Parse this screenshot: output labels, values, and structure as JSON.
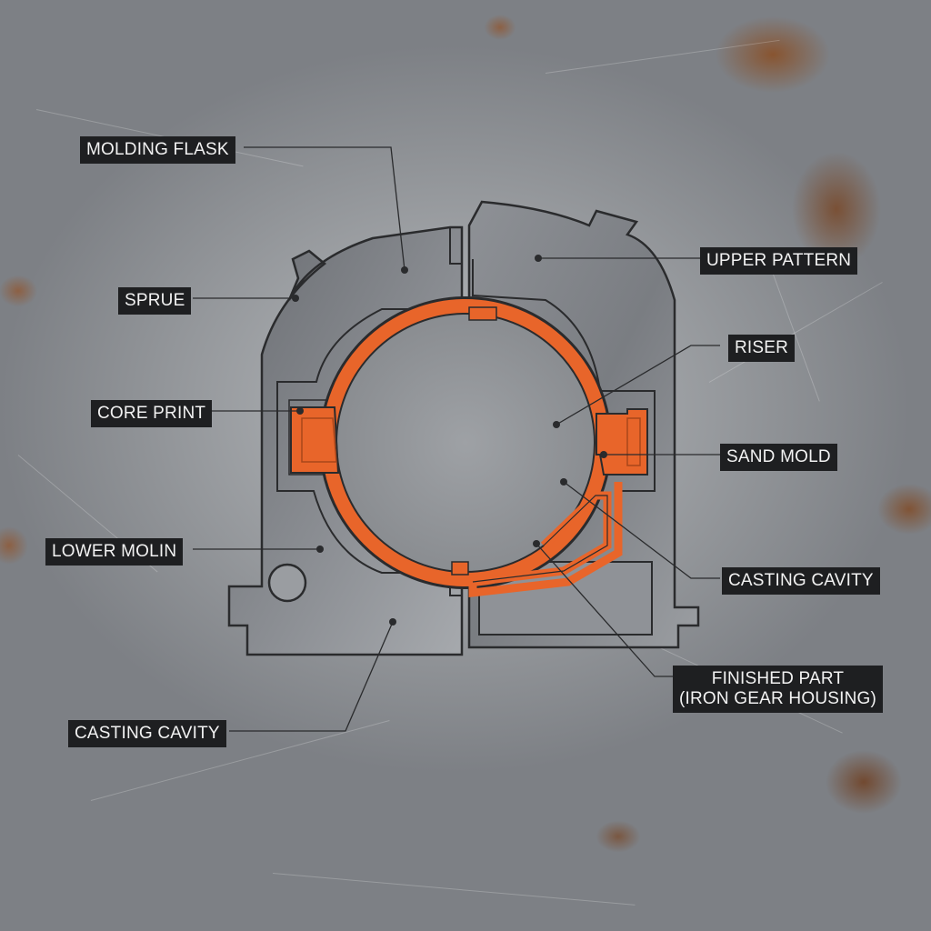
{
  "labels": {
    "molding_flask": "MOLDING FLASK",
    "sprue": "SPRUE",
    "core_print": "CORE PRINT",
    "lower_molin": "LOWER MOLIN",
    "casting_cavity_left": "CASTING CAVITY",
    "upper_pattern": "UPPER PATTERN",
    "riser": "RISER",
    "sand_mold": "SAND MOLD",
    "casting_cavity_right": "CASTING CAVITY",
    "finished_part_line1": "FINISHED PART",
    "finished_part_line2": "(IRON GEAR HOUSING)"
  },
  "colors": {
    "steel_dark": "#5f6266",
    "steel_mid": "#8a8d91",
    "casting_orange": "#e8652a",
    "label_bg": "#1e1f21",
    "leader_line": "#2a2b2d"
  }
}
